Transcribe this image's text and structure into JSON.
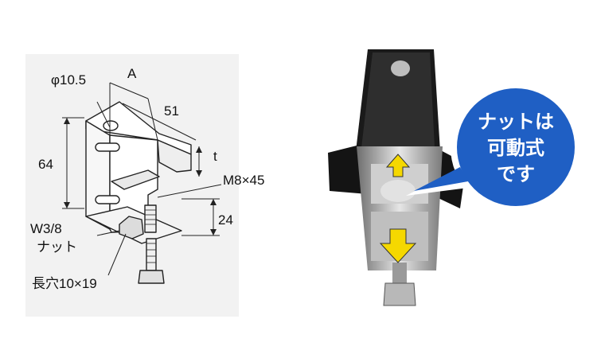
{
  "diagram": {
    "labels": {
      "phi": "φ10.5",
      "a": "A",
      "w51": "51",
      "h64": "64",
      "t": "t",
      "m8": "M8×45",
      "h24": "24",
      "w38": "W3/8",
      "nut": "ナット",
      "slot": "長穴10×19"
    }
  },
  "photo": {
    "bubble_lines": [
      "ナットは",
      "可動式",
      "です"
    ],
    "colors": {
      "bubble": "#1f5fc4",
      "arrow": "#f5d800",
      "metal_dark": "#1a1a1a",
      "metal_light": "#d8d8d8"
    }
  }
}
